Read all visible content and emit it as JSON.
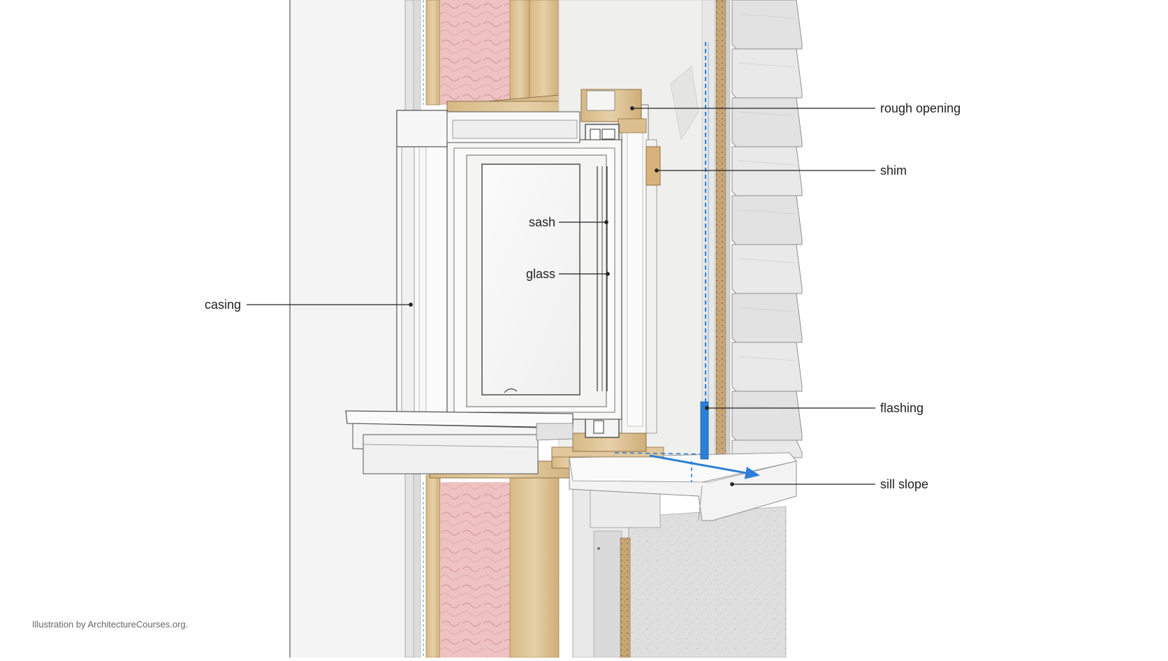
{
  "diagram": {
    "labels": {
      "rough_opening": "rough opening",
      "shim": "shim",
      "sash": "sash",
      "glass": "glass",
      "casing": "casing",
      "flashing": "flashing",
      "sill_slope": "sill slope"
    },
    "credit": "Illustration by ArchitectureCourses.org."
  },
  "colors": {
    "insulation": "#eebcbc",
    "wood": "#e1c89a",
    "wood_dark": "#c9a56d",
    "sheathing": "#c8a878",
    "siding": "#e6e6e6",
    "foam": "#eeeeec",
    "concrete": "#dcdcdc",
    "water_arrow": "#2d7fd6",
    "frame_white": "#f7f7f5"
  }
}
